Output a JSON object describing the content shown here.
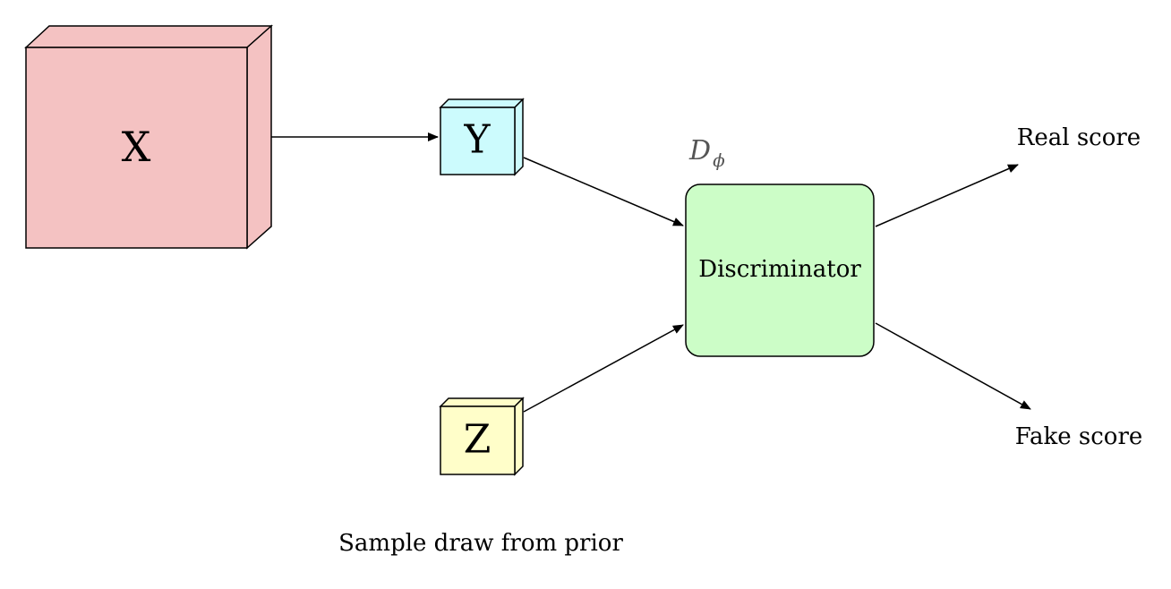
{
  "diagram": {
    "nodes": {
      "x": {
        "label": "X",
        "color": "#f4c2c2"
      },
      "y": {
        "label": "Y",
        "color": "#ccfbfd"
      },
      "z": {
        "label": "Z",
        "color": "#fffec9"
      },
      "discriminator": {
        "label": "Discriminator",
        "color": "#ccfdc7",
        "param_main": "D",
        "param_sub": "ϕ"
      }
    },
    "outputs": {
      "real": "Real score",
      "fake": "Fake score"
    },
    "caption": "Sample draw from prior"
  }
}
